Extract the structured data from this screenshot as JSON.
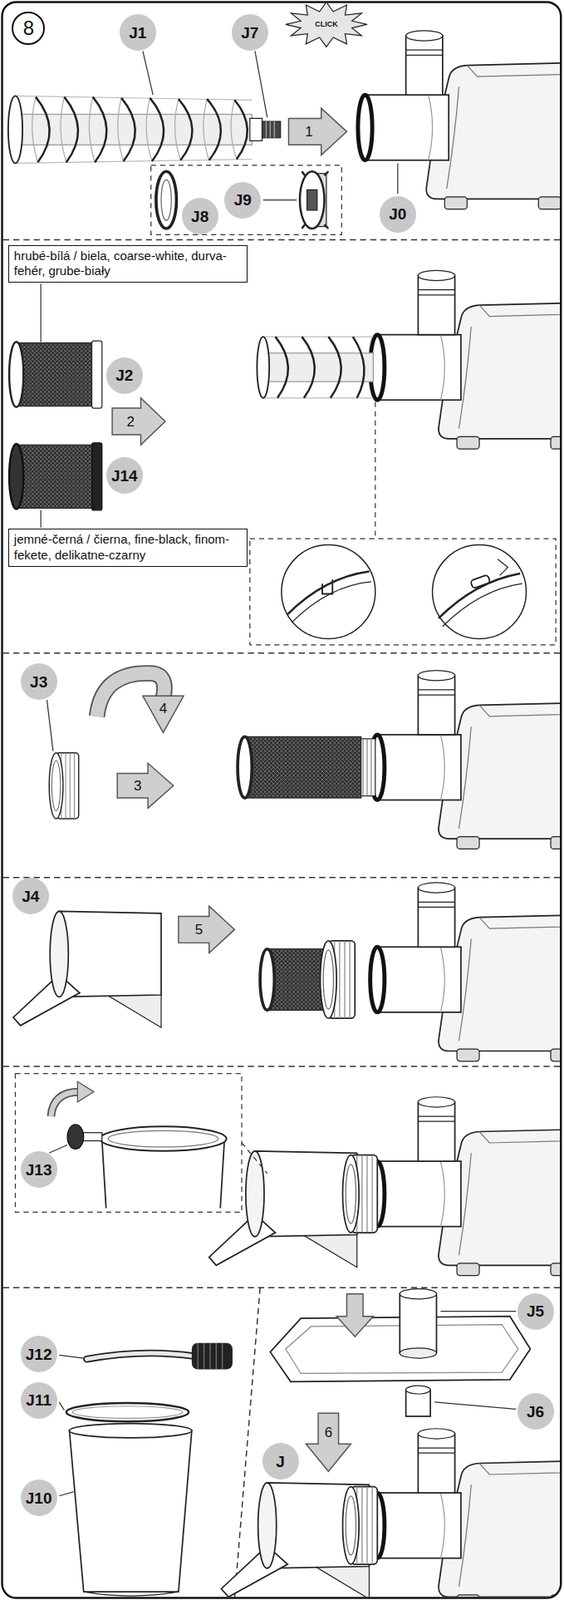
{
  "diagram": {
    "nodes": [
      {
        "text": [
          "hrubé-bílá / biela, coarse-white, durva-fehér, grube-biały"
        ]
      },
      {
        "text": [
          "jemné-černá / čierna, fine-black, finom-fekete, delikatne-czarny"
        ]
      }
    ],
    "labels": [
      "8",
      "J1",
      "J7",
      "CLICK",
      "1",
      "J9",
      "J8",
      "J0",
      "J2",
      "2",
      "J14",
      "J3",
      "4",
      "3",
      "J4",
      "5",
      "J13",
      "J12",
      "J5",
      "J11",
      "J6",
      "J10",
      "J",
      "6"
    ]
  }
}
